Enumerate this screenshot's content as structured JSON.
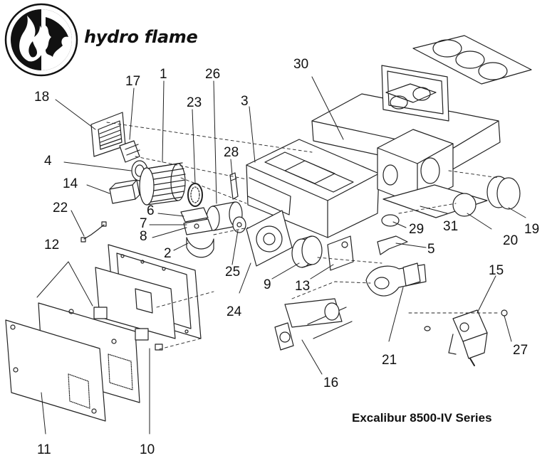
{
  "brand": {
    "name": "hydro flame",
    "logo_icon": "flame-globe-logo"
  },
  "caption": "Excalibur 8500-IV Series",
  "part_labels": [
    "1",
    "2",
    "3",
    "4",
    "5",
    "6",
    "7",
    "8",
    "9",
    "10",
    "11",
    "12",
    "13",
    "14",
    "15",
    "16",
    "17",
    "18",
    "19",
    "20",
    "21",
    "22",
    "23",
    "24",
    "25",
    "26",
    "27",
    "28",
    "29",
    "30",
    "31"
  ],
  "colors": {
    "line": "#222222",
    "background": "#ffffff"
  }
}
